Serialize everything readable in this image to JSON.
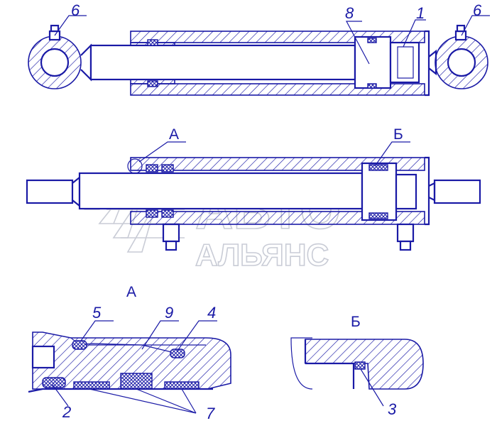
{
  "labels": {
    "top_left": "6",
    "top_mid": "8",
    "top_right_1": "1",
    "top_right_6": "6",
    "sec_a_mid": "А",
    "sec_b_mid": "Б",
    "sec_a_detail": "А",
    "sec_b_detail": "Б",
    "part_5": "5",
    "part_9": "9",
    "part_4": "4",
    "part_2": "2",
    "part_7": "7",
    "part_3": "3"
  },
  "watermark": {
    "line1": "АВТО",
    "line2": "АЛЬЯНС"
  },
  "colors": {
    "line": "#1a1aa6",
    "watermark": "#c9ccd6"
  }
}
